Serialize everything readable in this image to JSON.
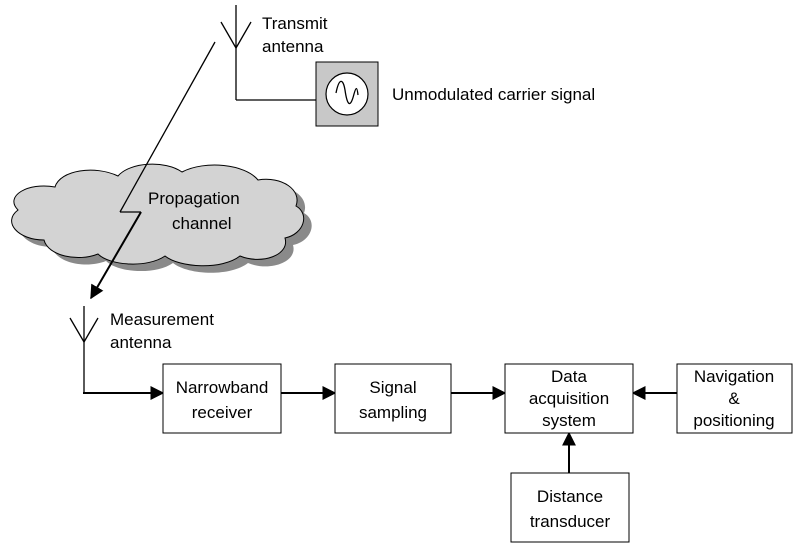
{
  "labels": {
    "transmit_antenna": [
      "Transmit",
      "antenna"
    ],
    "carrier_signal": "Unmodulated carrier signal",
    "propagation_channel": [
      "Propagation",
      "channel"
    ],
    "measurement_antenna": [
      "Measurement",
      "antenna"
    ]
  },
  "blocks": {
    "narrowband_receiver": [
      "Narrowband",
      "receiver"
    ],
    "signal_sampling": [
      "Signal",
      "sampling"
    ],
    "data_acquisition": [
      "Data",
      "acquisition",
      "system"
    ],
    "navigation_positioning": [
      "Navigation",
      "&",
      "positioning"
    ],
    "distance_transducer": [
      "Distance",
      "transducer"
    ]
  },
  "colors": {
    "cloud_fill": "#d3d3d3",
    "cloud_shadow": "#8a8a8a",
    "signal_panel": "#c8c8c8",
    "line": "#000000"
  },
  "icons": {
    "signal_generator": "sine-wave-oscilloscope-icon",
    "antenna": "antenna-icon"
  }
}
